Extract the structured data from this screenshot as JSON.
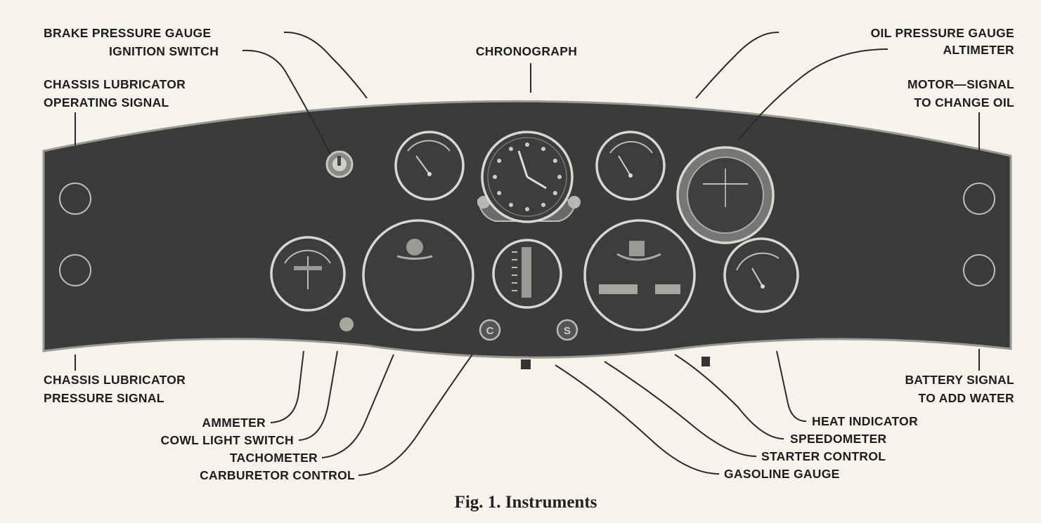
{
  "figure": {
    "caption": "Fig. 1. Instruments",
    "panel_color": "#3b3b3a",
    "labels": {
      "brake_pressure_gauge": "BRAKE PRESSURE GAUGE",
      "ignition_switch": "IGNITION SWITCH",
      "chronograph": "CHRONOGRAPH",
      "chassis_lub_operating_1": "CHASSIS LUBRICATOR",
      "chassis_lub_operating_2": "OPERATING SIGNAL",
      "oil_pressure_gauge": "OIL PRESSURE GAUGE",
      "altimeter": "ALTIMETER",
      "motor_signal_1": "MOTOR—SIGNAL",
      "motor_signal_2": "TO CHANGE OIL",
      "chassis_lub_pressure_1": "CHASSIS LUBRICATOR",
      "chassis_lub_pressure_2": "PRESSURE SIGNAL",
      "ammeter": "AMMETER",
      "cowl_light_switch": "COWL LIGHT SWITCH",
      "tachometer": "TACHOMETER",
      "carburetor_control": "CARBURETOR CONTROL",
      "battery_signal_1": "BATTERY  SIGNAL",
      "battery_signal_2": "TO ADD WATER",
      "heat_indicator": "HEAT INDICATOR",
      "speedometer": "SPEEDOMETER",
      "starter_control": "STARTER CONTROL",
      "gasoline_gauge": "GASOLINE GAUGE"
    },
    "knob_letters": {
      "carburetor": "C",
      "starter": "S"
    }
  }
}
